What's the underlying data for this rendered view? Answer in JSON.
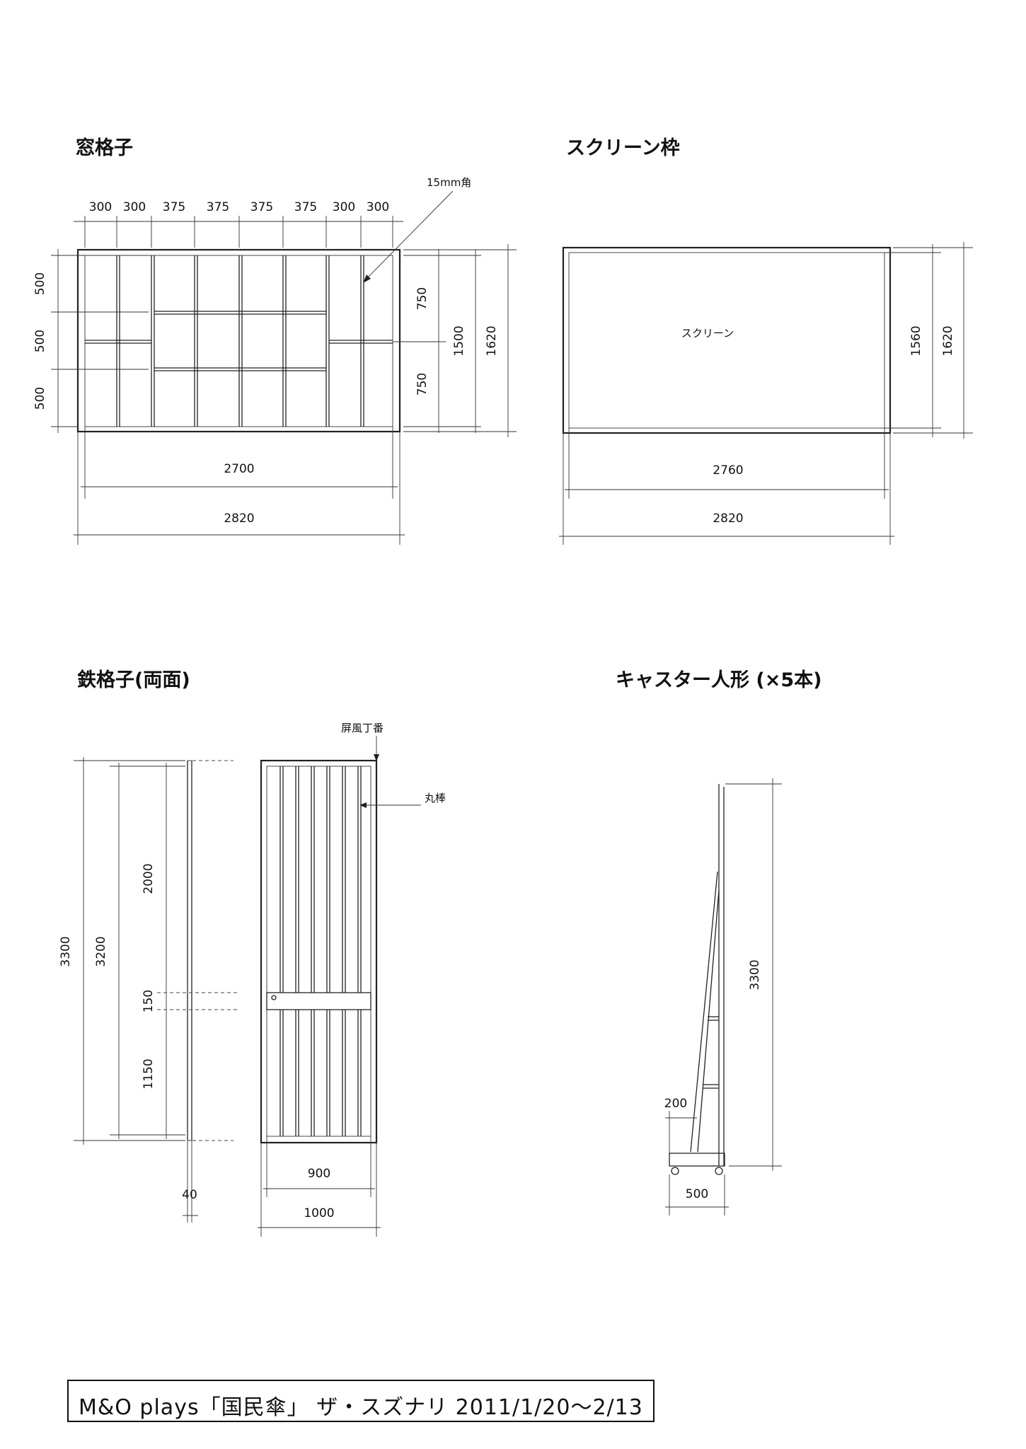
{
  "drawings": {
    "window_lattice": {
      "title": "窓格子",
      "material_note": "15mm角",
      "top_dims": [
        "300",
        "300",
        "375",
        "375",
        "375",
        "375",
        "300",
        "300"
      ],
      "left_dims": [
        "500",
        "500",
        "500"
      ],
      "right_dims": {
        "upper": "750",
        "lower": "750",
        "inner": "1500",
        "outer": "1620"
      },
      "bottom_dims": {
        "inner": "2700",
        "outer": "2820"
      }
    },
    "screen_frame": {
      "title": "スクリーン枠",
      "label": "スクリーン",
      "right_dims": {
        "inner": "1560",
        "outer": "1620"
      },
      "bottom_dims": {
        "inner": "2760",
        "outer": "2820"
      }
    },
    "iron_lattice": {
      "title": "鉄格子(両面)",
      "hinge_note": "屏風丁番",
      "bar_note": "丸棒",
      "dims": {
        "total": "3300",
        "inner": "3200",
        "upper": "2000",
        "middle": "150",
        "lower": "1150",
        "thickness": "40",
        "width_inner": "900",
        "width_outer": "1000"
      }
    },
    "caster_doll": {
      "title": "キャスター人形 (×5本)",
      "dims": {
        "height": "3300",
        "top_offset": "200",
        "base": "500"
      }
    }
  },
  "footer": {
    "text": "M&O plays「国民傘」 ザ・スズナリ 2011/1/20～2/13"
  }
}
